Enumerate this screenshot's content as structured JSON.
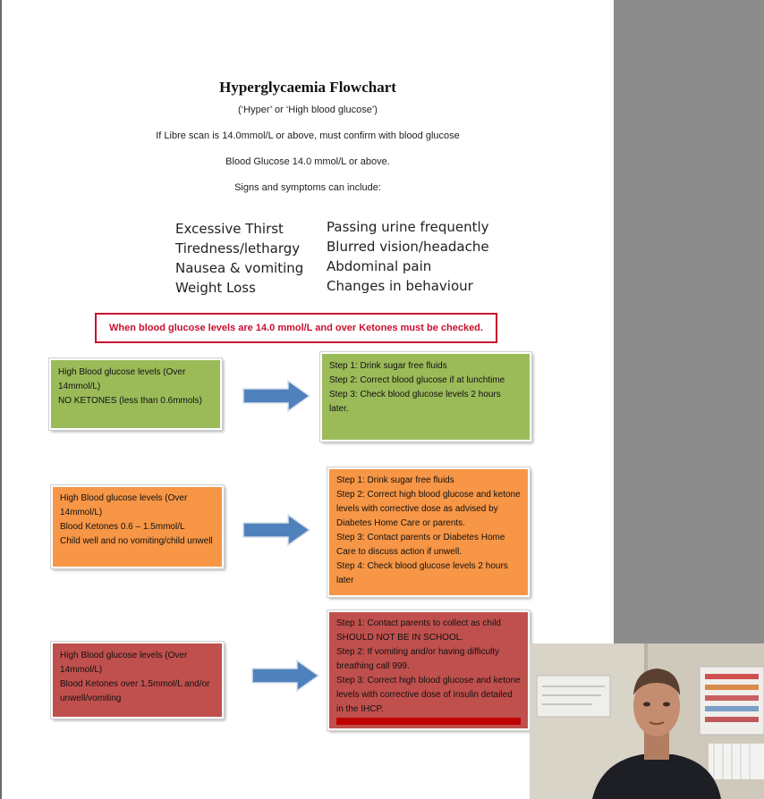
{
  "document": {
    "title": "Hyperglycaemia Flowchart",
    "subtitle": "(‘Hyper’ or ‘High blood glucose’)",
    "line1": "If Libre scan is 14.0mmol/L or above, must confirm with blood glucose",
    "line2": "Blood Glucose 14.0 mmol/L or above.",
    "line3": "Signs and symptoms can include:",
    "symptoms_left": [
      "Excessive Thirst",
      "Tiredness/lethargy",
      "Nausea & vomiting",
      "Weight Loss"
    ],
    "symptoms_right": [
      "Passing urine frequently",
      "Blurred vision/headache",
      "Abdominal pain",
      "Changes in behaviour"
    ],
    "warning": "When blood glucose levels are 14.0 mmol/L and over Ketones must be checked."
  },
  "rows": [
    {
      "condition": [
        "High Blood glucose levels (Over 14mmol/L)",
        "NO KETONES (less than 0.6mmols)"
      ],
      "steps": [
        "Step 1: Drink sugar free fluids",
        "Step 2: Correct blood glucose if at lunchtime",
        "Step 3: Check blood glucose levels 2 hours later."
      ],
      "color": "#9bbb59"
    },
    {
      "condition": [
        "High Blood glucose levels (Over 14mmol/L)",
        "Blood Ketones 0.6 – 1.5mmol/L",
        "Child well and no vomiting/child unwell"
      ],
      "steps": [
        "Step 1: Drink sugar free fluids",
        "Step 2: Correct high blood glucose and ketone levels with corrective dose as advised by Diabetes Home Care or parents.",
        "Step 3: Contact parents or Diabetes Home Care to discuss action if unwell.",
        "Step 4: Check blood glucose levels 2 hours later"
      ],
      "color": "#f79646"
    },
    {
      "condition": [
        "High Blood glucose levels (Over 14mmol/L)",
        "Blood Ketones over 1.5mmol/L and/or unwell/vomiting"
      ],
      "steps": [
        "Step 1: Contact parents to collect as child SHOULD NOT BE IN SCHOOL.",
        "Step 2: If vomiting and/or having difficulty breathing call 999.",
        "Step 3: Correct high blood glucose and ketone levels with corrective dose of insulin detailed in the IHCP."
      ],
      "color": "#c0504d"
    }
  ],
  "webcam": {
    "icon": "presenter-webcam-video"
  }
}
